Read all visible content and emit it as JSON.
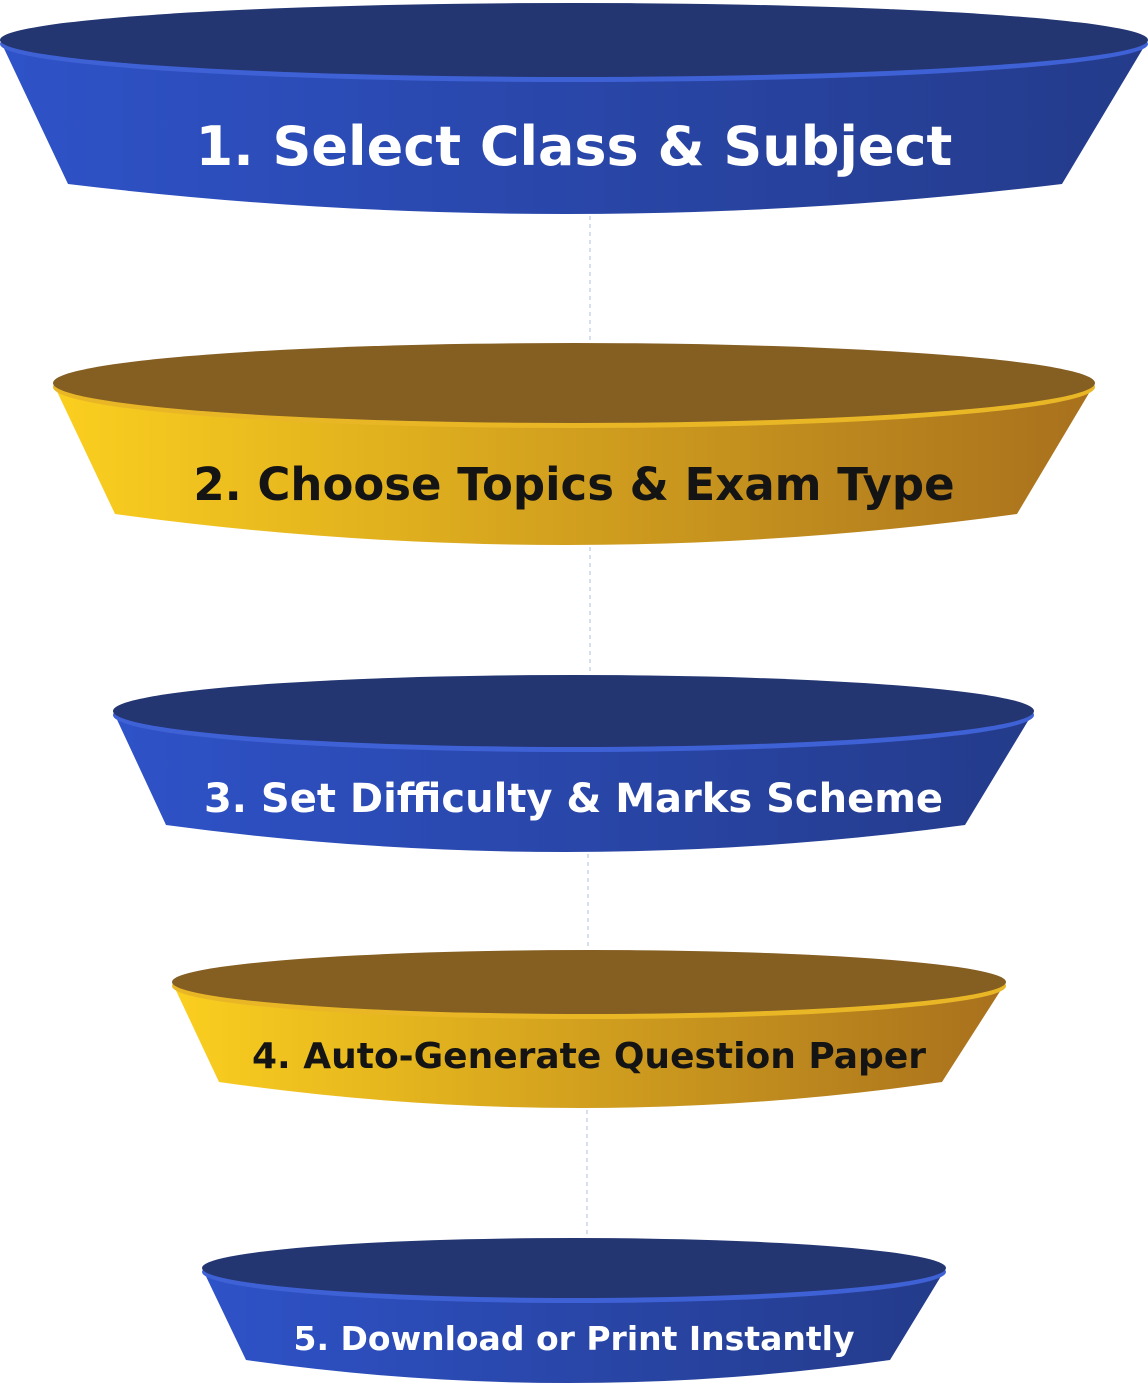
{
  "colors": {
    "blue_top": "#233672",
    "blue_rim": "#3f61d6",
    "blue_body_left": "#2e52c8",
    "blue_body_right": "#243b8a",
    "gold_top": "#855e22",
    "gold_rim": "#e9b726",
    "gold_body_left": "#fbcf1f",
    "gold_body_right": "#a8701d",
    "text_light": "#ffffff",
    "text_dark": "#141414",
    "connector": "#c9d4ea"
  },
  "stages": [
    {
      "label": "1. Select Class & Subject",
      "theme": "blue"
    },
    {
      "label": "2. Choose Topics & Exam Type",
      "theme": "gold"
    },
    {
      "label": "3. Set Difficulty & Marks Scheme",
      "theme": "blue"
    },
    {
      "label": "4. Auto-Generate Question Paper",
      "theme": "gold"
    },
    {
      "label": "5. Download or Print Instantly",
      "theme": "blue"
    }
  ]
}
